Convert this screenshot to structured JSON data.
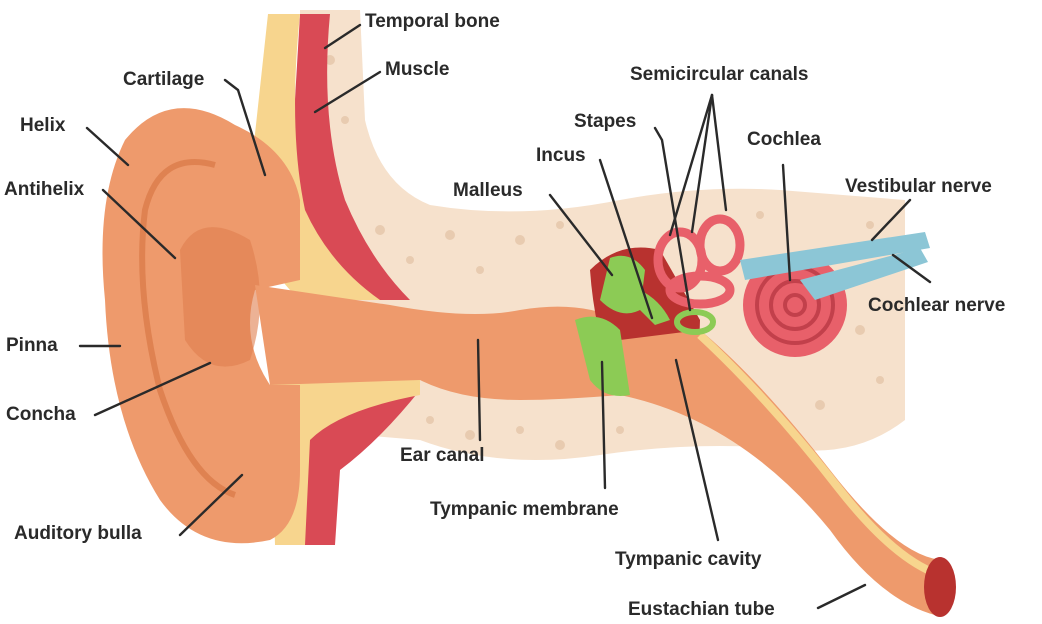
{
  "labels": {
    "temporal_bone": "Temporal bone",
    "muscle": "Muscle",
    "cartilage": "Cartilage",
    "helix": "Helix",
    "antihelix": "Antihelix",
    "pinna": "Pinna",
    "concha": "Concha",
    "auditory_bulla": "Auditory bulla",
    "semicircular_canals": "Semicircular canals",
    "stapes": "Stapes",
    "incus": "Incus",
    "cochlea": "Cochlea",
    "malleus": "Malleus",
    "vestibular_nerve": "Vestibular nerve",
    "cochlear_nerve": "Cochlear nerve",
    "ear_canal": "Ear canal",
    "tympanic_membrane": "Tympanic membrane",
    "tympanic_cavity": "Tympanic cavity",
    "eustachian_tube": "Eustachian tube"
  },
  "colors": {
    "skin": "#ee9a6c",
    "skin_dark": "#d4703c",
    "bone": "#f6e1cc",
    "bone_pore": "#e8cbb0",
    "cartilage": "#f7d58e",
    "muscle": "#d94a55",
    "cochlea": "#e8606a",
    "nerve": "#8cc6d6",
    "ossicle": "#8ccb55",
    "cavity": "#b8322f"
  }
}
